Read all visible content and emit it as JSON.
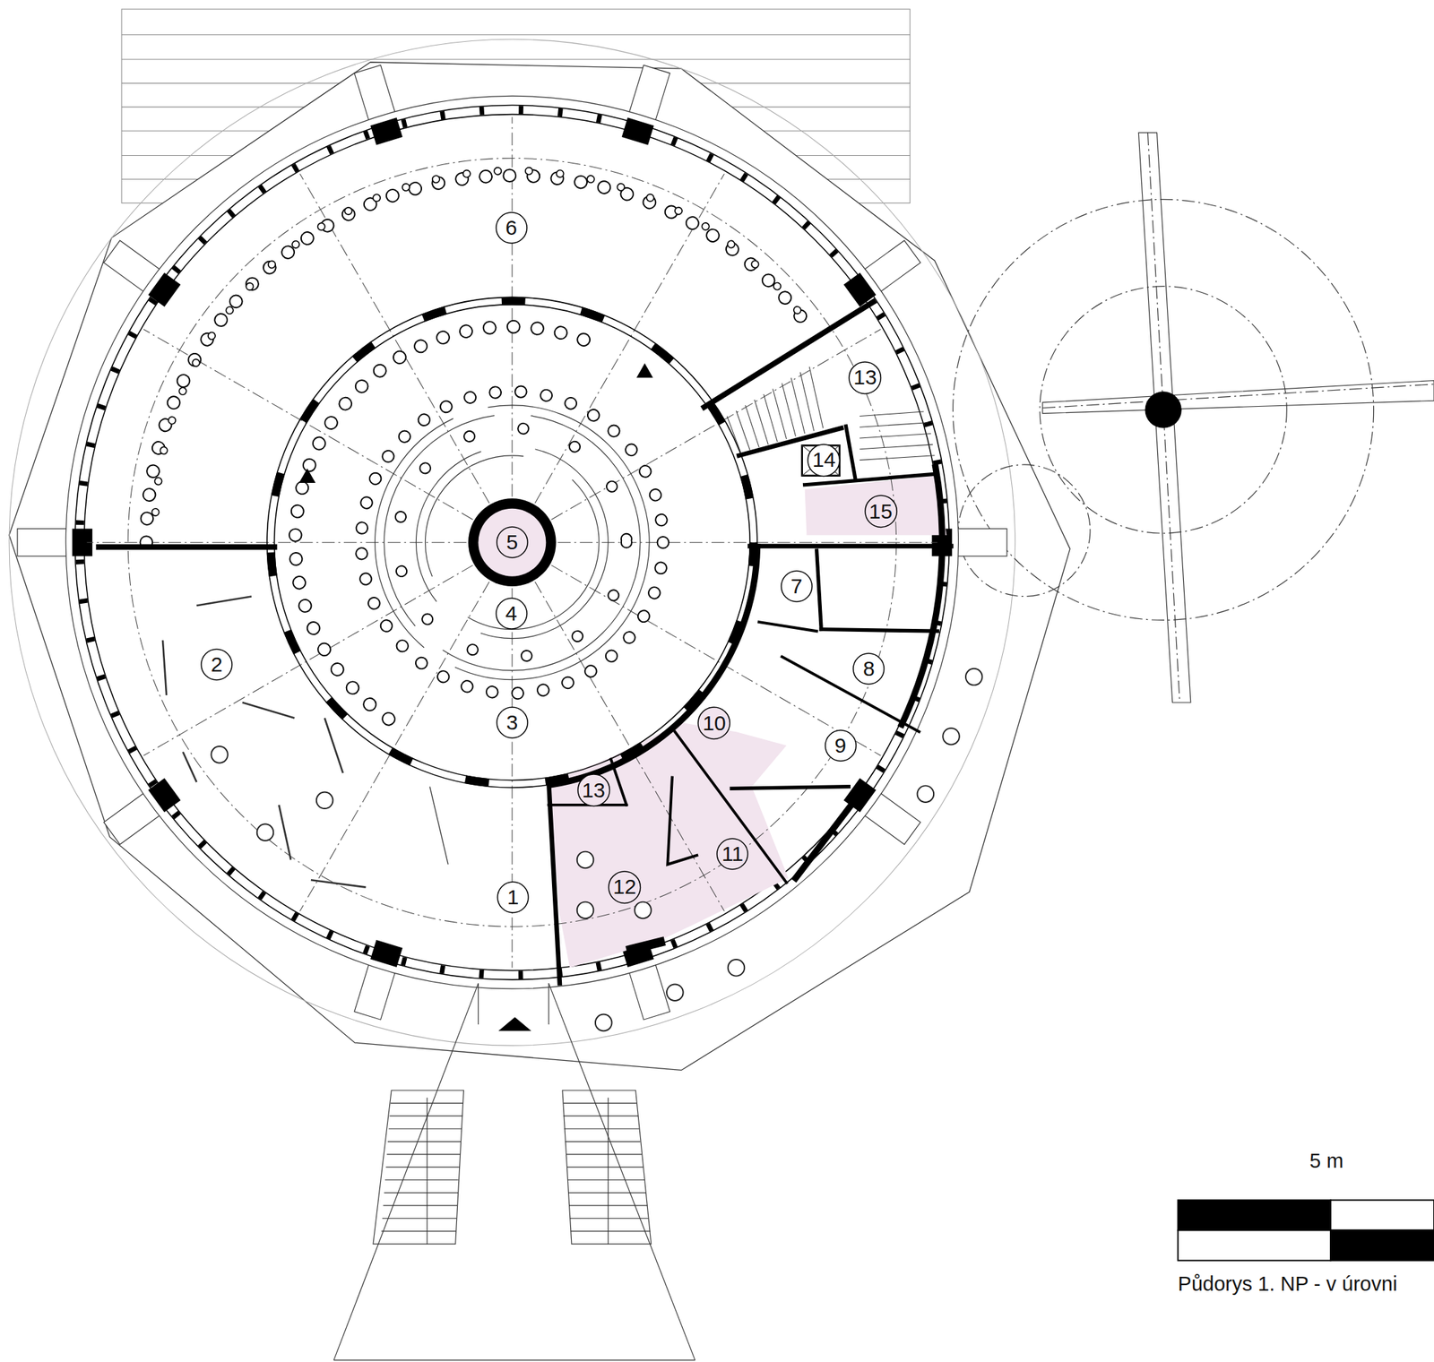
{
  "diagram": {
    "nodes": [
      {
        "text": [
          "6"
        ]
      },
      {
        "text": [
          "13"
        ]
      },
      {
        "text": [
          "14"
        ]
      },
      {
        "text": [
          "15"
        ]
      },
      {
        "text": [
          "5"
        ]
      },
      {
        "text": [
          "7"
        ]
      },
      {
        "text": [
          "4"
        ]
      },
      {
        "text": [
          "2"
        ]
      },
      {
        "text": [
          "8"
        ]
      },
      {
        "text": [
          "3"
        ]
      },
      {
        "text": [
          "10"
        ]
      },
      {
        "text": [
          "9"
        ]
      },
      {
        "text": [
          "13"
        ]
      },
      {
        "text": [
          "11"
        ]
      },
      {
        "text": [
          "12"
        ]
      },
      {
        "text": [
          "1"
        ]
      }
    ],
    "labels": [
      "5 m",
      "Půdorys 1. NP - v úrovni"
    ]
  }
}
